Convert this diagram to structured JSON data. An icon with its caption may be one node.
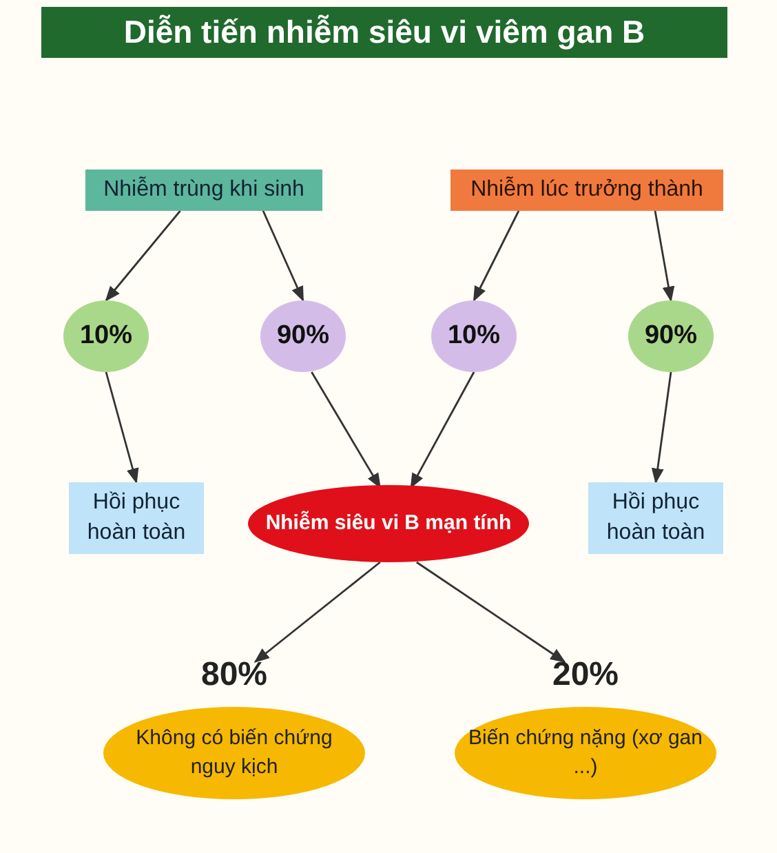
{
  "diagram": {
    "title": "Diễn tiến nhiễm siêu vi viêm gan B",
    "nodes": [
      {
        "text": [
          "Nhiễm trùng khi sinh"
        ]
      },
      {
        "text": [
          "Nhiễm lúc trưởng thành"
        ]
      },
      {
        "text": [
          "10%"
        ]
      },
      {
        "text": [
          "90%"
        ]
      },
      {
        "text": [
          "10%"
        ]
      },
      {
        "text": [
          "90%"
        ]
      },
      {
        "text": [
          "Hồi phục hoàn toàn"
        ]
      },
      {
        "text": [
          "Nhiễm siêu vi B mạn tính"
        ]
      },
      {
        "text": [
          "Hồi phục hoàn toàn"
        ]
      },
      {
        "text": [
          "Không có biến chứng nguy kịch"
        ],
        "beside": [
          "80%"
        ]
      },
      {
        "text": [
          "Biến chứng nặng (xơ gan ...)"
        ],
        "beside": [
          "20%"
        ]
      }
    ],
    "edges": [
      {
        "from": 0,
        "to": 2,
        "arrow": "to"
      },
      {
        "from": 0,
        "to": 3,
        "arrow": "to"
      },
      {
        "from": 1,
        "to": 4,
        "arrow": "to"
      },
      {
        "from": 1,
        "to": 5,
        "arrow": "to"
      },
      {
        "from": 2,
        "to": 6,
        "arrow": "to"
      },
      {
        "from": 3,
        "to": 7,
        "arrow": "to"
      },
      {
        "from": 4,
        "to": 7,
        "arrow": "to"
      },
      {
        "from": 5,
        "to": 8,
        "arrow": "to"
      },
      {
        "from": 7,
        "to": 9,
        "arrow": "to"
      },
      {
        "from": 7,
        "to": 10,
        "arrow": "to"
      }
    ]
  }
}
